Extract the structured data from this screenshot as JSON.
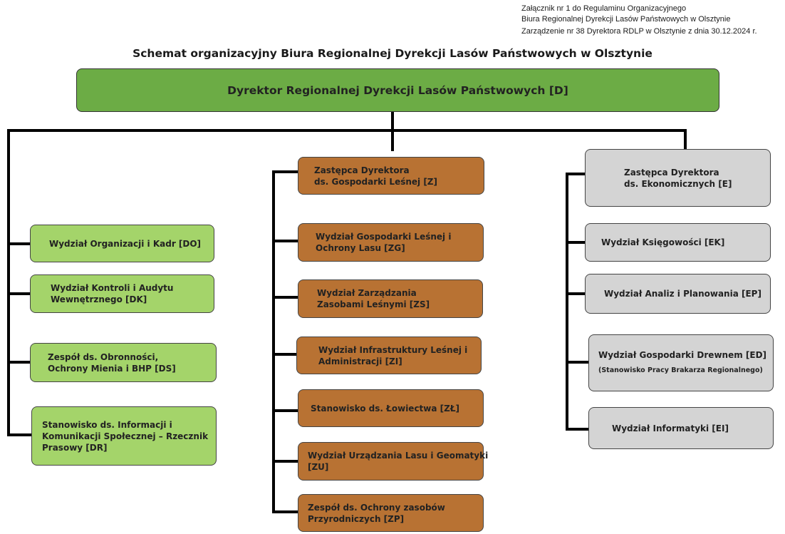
{
  "header_note": {
    "line1": "Załącznik nr 1 do Regulaminu Organizacyjnego",
    "line2": "Biura Regionalnej Dyrekcji Lasów Państwowych w Olsztynie",
    "line3": "Zarządzenie nr 38 Dyrektora RDLP w Olsztynie z dnia 30.12.2024 r."
  },
  "title": "Schemat organizacyjny Biura Regionalnej Dyrekcji Lasów Państwowych w Olsztynie",
  "director": {
    "label": "Dyrektor Regionalnej Dyrekcji Lasów Państwowych [D]"
  },
  "left_units": [
    {
      "line1": "Wydział Organizacji i Kadr [DO]"
    },
    {
      "line1": "Wydział Kontroli i Audytu",
      "line2": "Wewnętrznego [DK]"
    },
    {
      "line1": "Zespół ds. Obronności,",
      "line2": "Ochrony Mienia i BHP [DS]"
    },
    {
      "line1": "Stanowisko ds. Informacji i",
      "line2": "Komunikacji Społecznej – Rzecznik",
      "line3": "Prasowy [DR]"
    }
  ],
  "deputy_forest": {
    "line1": "Zastępca Dyrektora",
    "line2": "ds. Gospodarki Leśnej [Z]"
  },
  "forest_units": [
    {
      "line1": "Wydział Gospodarki Leśnej i",
      "line2": "Ochrony Lasu [ZG]"
    },
    {
      "line1": "Wydział Zarządzania",
      "line2": "Zasobami Leśnymi [ZS]"
    },
    {
      "line1": "Wydział Infrastruktury Leśnej i",
      "line2": "Administracji [ZI]"
    },
    {
      "line1": "Stanowisko ds. Łowiectwa [ZŁ]"
    },
    {
      "line1": "Wydział Urządzania Lasu i Geomatyki",
      "line2": "[ZU]"
    },
    {
      "line1": "Zespół ds. Ochrony zasobów",
      "line2": "Przyrodniczych [ZP]"
    }
  ],
  "deputy_econ": {
    "line1": "Zastępca Dyrektora",
    "line2": "ds. Ekonomicznych [E]"
  },
  "econ_units": [
    {
      "line1": "Wydział Księgowości [EK]"
    },
    {
      "line1": "Wydział Analiz i Planowania [EP]"
    },
    {
      "line1": "Wydział Gospodarki Drewnem [ED]",
      "line2": "(Stanowisko Pracy Brakarza Regionalnego)"
    },
    {
      "line1": "Wydział Informatyki [EI]"
    }
  ],
  "colors": {
    "director": "#6cac45",
    "left_units": "#a4d46a",
    "forest": "#b87233",
    "econ": "#d4d4d4",
    "connector": "#000000"
  }
}
